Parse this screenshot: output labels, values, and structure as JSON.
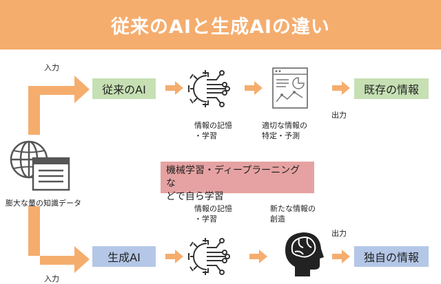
{
  "title": "従来のAIと生成AIの違い",
  "top_row": {
    "input_label": "入力",
    "box_label": "従来のAI",
    "step1_caption": [
      "情報の記憶",
      "・学習"
    ],
    "step2_caption": [
      "適切な情報の",
      "特定・予測"
    ],
    "output_label": "出力",
    "result_label": "既存の情報"
  },
  "middle": {
    "source_caption": "膨大な量の知識データ",
    "training_note": [
      "機械学習・ディープラーニングな",
      "どで自ら学習"
    ]
  },
  "bottom_row": {
    "input_label": "入力",
    "box_label": "生成AI",
    "step1_caption": [
      "情報の記憶",
      "・学習"
    ],
    "step2_caption": [
      "新たな情報の",
      "創造"
    ],
    "output_label": "出力",
    "result_label": "独自の情報"
  },
  "colors": {
    "banner": "#f5ad6e",
    "arrow": "#f5ad6e",
    "traditional_box": "#c6e0b4",
    "generative_box": "#b4c7e7",
    "note_box": "#e6a2a2"
  },
  "icons": [
    "globe-browser-icon",
    "gear-circuit-icon",
    "chart-report-icon",
    "brain-head-icon"
  ]
}
